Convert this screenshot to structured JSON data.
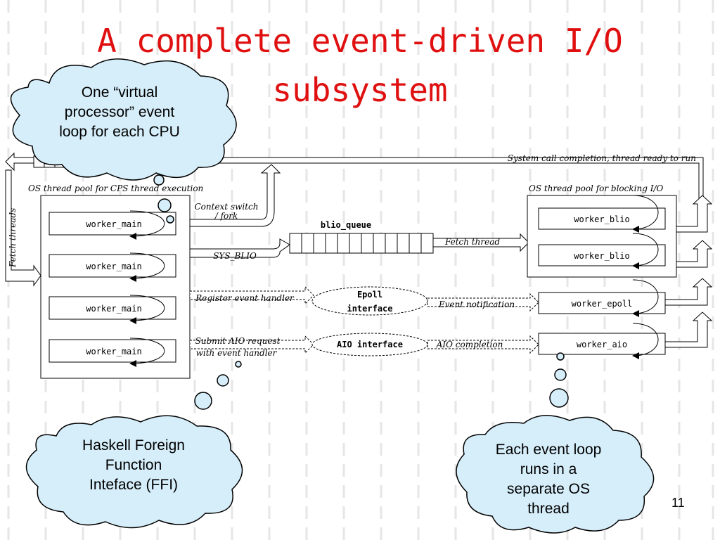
{
  "slide": {
    "title_line1": "A complete event-driven I/O",
    "title_line2": "subsystem",
    "page_number": "11"
  },
  "callouts": {
    "virtual_processor_line1": "One “virtual",
    "virtual_processor_line2": "processor” event",
    "virtual_processor_line3": "loop for each CPU",
    "ffi_line1": "Haskell Foreign",
    "ffi_line2": "Function",
    "ffi_line3": "Inteface (FFI)",
    "os_thread_line1": "Each event loop",
    "os_thread_line2": "runs in a",
    "os_thread_line3": "separate OS",
    "os_thread_line4": "thread"
  },
  "diagram": {
    "cps_pool_label": "OS thread pool for CPS thread execution",
    "blocking_pool_label": "OS thread pool for blocking I/O",
    "fetch_threads_label": "Fetch threads",
    "system_call_label": "System call completion, thread ready to run",
    "context_switch_line1": "Context switch",
    "context_switch_line2": "/ fork",
    "sys_blio_label": "SYS_BLIO",
    "blio_queue_label": "blio_queue",
    "fetch_thread_label": "Fetch thread",
    "register_handler_label": "Register event handler",
    "event_notification_label": "Event notification",
    "submit_aio_line1": "Submit AIO request",
    "submit_aio_line2": "with event handler",
    "aio_completion_label": "AIO completion",
    "epoll_line1": "Epoll",
    "epoll_line2": "interface",
    "aio_interface_label": "AIO interface",
    "worker_main": [
      "worker_main",
      "worker_main",
      "worker_main",
      "worker_main"
    ],
    "worker_blio": [
      "worker_blio",
      "worker_blio"
    ],
    "worker_epoll": "worker_epoll",
    "worker_aio": "worker_aio"
  },
  "colors": {
    "title": "#e01010",
    "cloud_fill": "#d6eefa",
    "background_grid": "#e6e6e6",
    "line": "#000000"
  }
}
